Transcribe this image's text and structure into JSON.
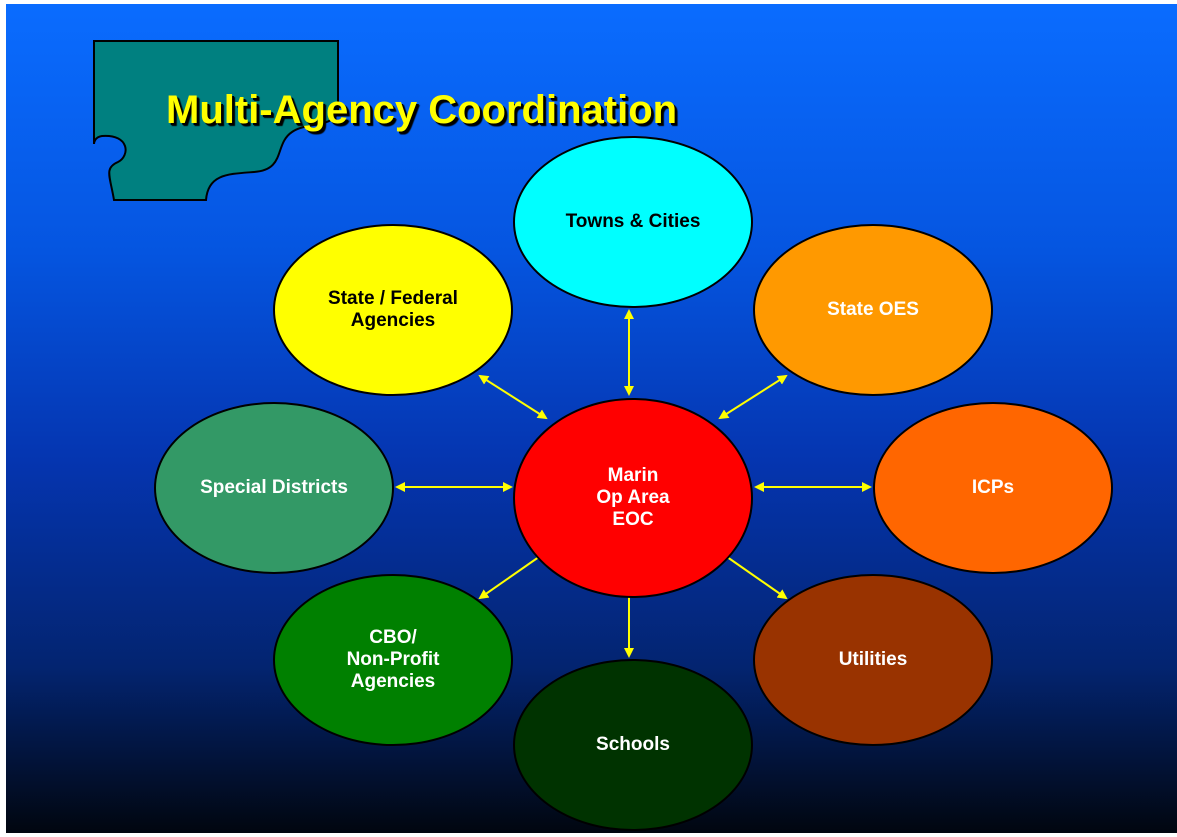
{
  "title": "Multi-Agency Coordination",
  "center": {
    "label": "Marin\nOp Area\nEOC",
    "color": "#ff0000",
    "text_color": "#ffffff"
  },
  "nodes": [
    {
      "id": "towns",
      "label": "Towns & Cities",
      "color": "#00ffff",
      "text_color": "#000000"
    },
    {
      "id": "state-oes",
      "label": "State OES",
      "color": "#ff9900",
      "text_color": "#ffffff"
    },
    {
      "id": "icps",
      "label": "ICPs",
      "color": "#ff6600",
      "text_color": "#ffffff"
    },
    {
      "id": "utilities",
      "label": "Utilities",
      "color": "#993300",
      "text_color": "#ffffff"
    },
    {
      "id": "schools",
      "label": "Schools",
      "color": "#003300",
      "text_color": "#ffffff"
    },
    {
      "id": "cbo",
      "label": "CBO/\nNon-Profit\nAgencies",
      "color": "#008000",
      "text_color": "#ffffff"
    },
    {
      "id": "special-districts",
      "label": "Special Districts",
      "color": "#339966",
      "text_color": "#ffffff"
    },
    {
      "id": "state-federal",
      "label": "State / Federal\nAgencies",
      "color": "#ffff00",
      "text_color": "#000000"
    }
  ],
  "arrow_color": "#ffff00",
  "puzzle_color": "#008080"
}
